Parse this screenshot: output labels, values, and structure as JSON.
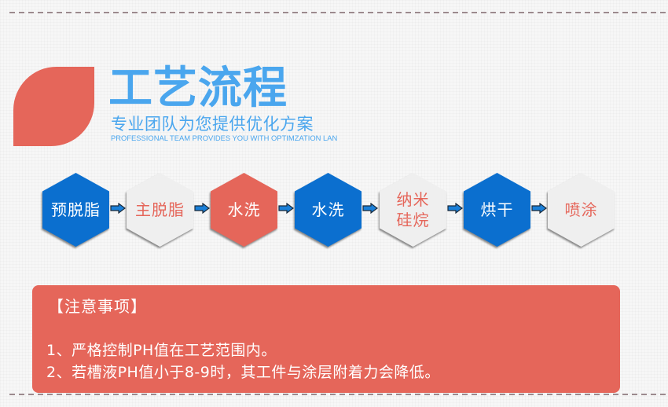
{
  "header": {
    "title": "工艺流程",
    "subtitle": "专业团队为您提供优化方案",
    "subtitle_en": "PROFESSIONAL TEAM PROVIDES YOU WITH OPTIMZATION LAN"
  },
  "flow": {
    "steps": [
      {
        "label": "预脱脂",
        "style": "blue"
      },
      {
        "label": "主脱脂",
        "style": "light"
      },
      {
        "label": "水洗",
        "style": "red"
      },
      {
        "label": "水洗",
        "style": "blue"
      },
      {
        "label": "纳米\n硅烷",
        "style": "light"
      },
      {
        "label": "烘干",
        "style": "blue"
      },
      {
        "label": "喷涂",
        "style": "light"
      }
    ],
    "arrow_icon": "arrow-right-icon"
  },
  "notice": {
    "title": "【注意事项】",
    "lines": [
      "1、严格控制PH值在工艺范围内。",
      "2、若槽液PH值小于8-9时，其工件与涂层附着力会降低。"
    ]
  },
  "colors": {
    "accent_red": "#e5665a",
    "accent_blue": "#0b6fcf",
    "title_blue": "#4aa6ee",
    "light_gray": "#efefef",
    "dash": "#9c8a8e"
  }
}
